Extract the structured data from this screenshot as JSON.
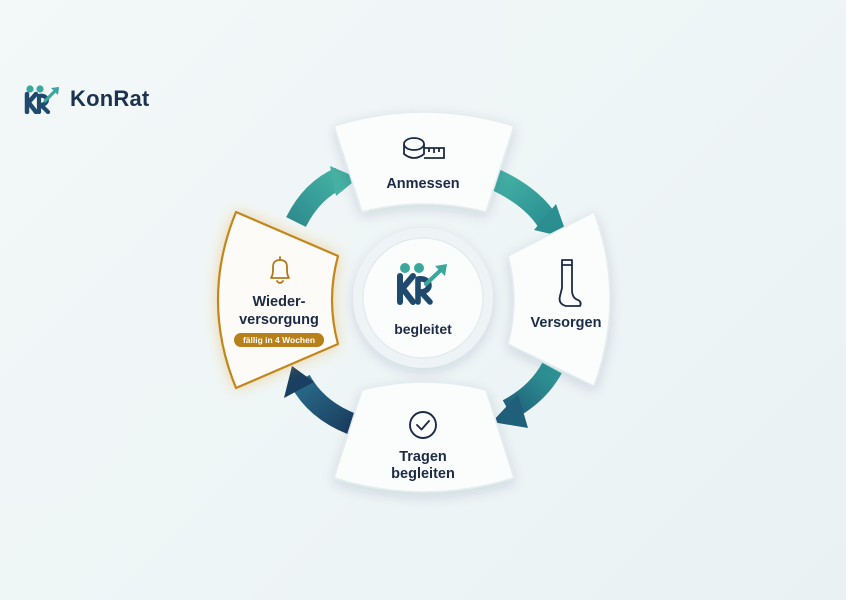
{
  "brand": {
    "name": "KonRat"
  },
  "center": {
    "label": "begleitet",
    "icon": "konrat-logo-icon"
  },
  "steps": {
    "anmessen": {
      "label": "Anmessen",
      "icon": "measuring-tape-icon"
    },
    "versorgen": {
      "label": "Versorgen",
      "icon": "compression-stocking-icon"
    },
    "tragen": {
      "line1": "Tragen",
      "line2": "begleiten",
      "icon": "checkmark-circle-icon"
    },
    "wiederversorgung": {
      "line1": "Wieder-",
      "line2": "versorgung",
      "badge": "fällig in 4 Wochen",
      "icon": "bell-icon",
      "highlighted": true
    }
  },
  "colors": {
    "teal": "#3aa79d",
    "navy": "#1f4a6e",
    "highlight": "#c2861d",
    "text": "#1c2b45"
  }
}
